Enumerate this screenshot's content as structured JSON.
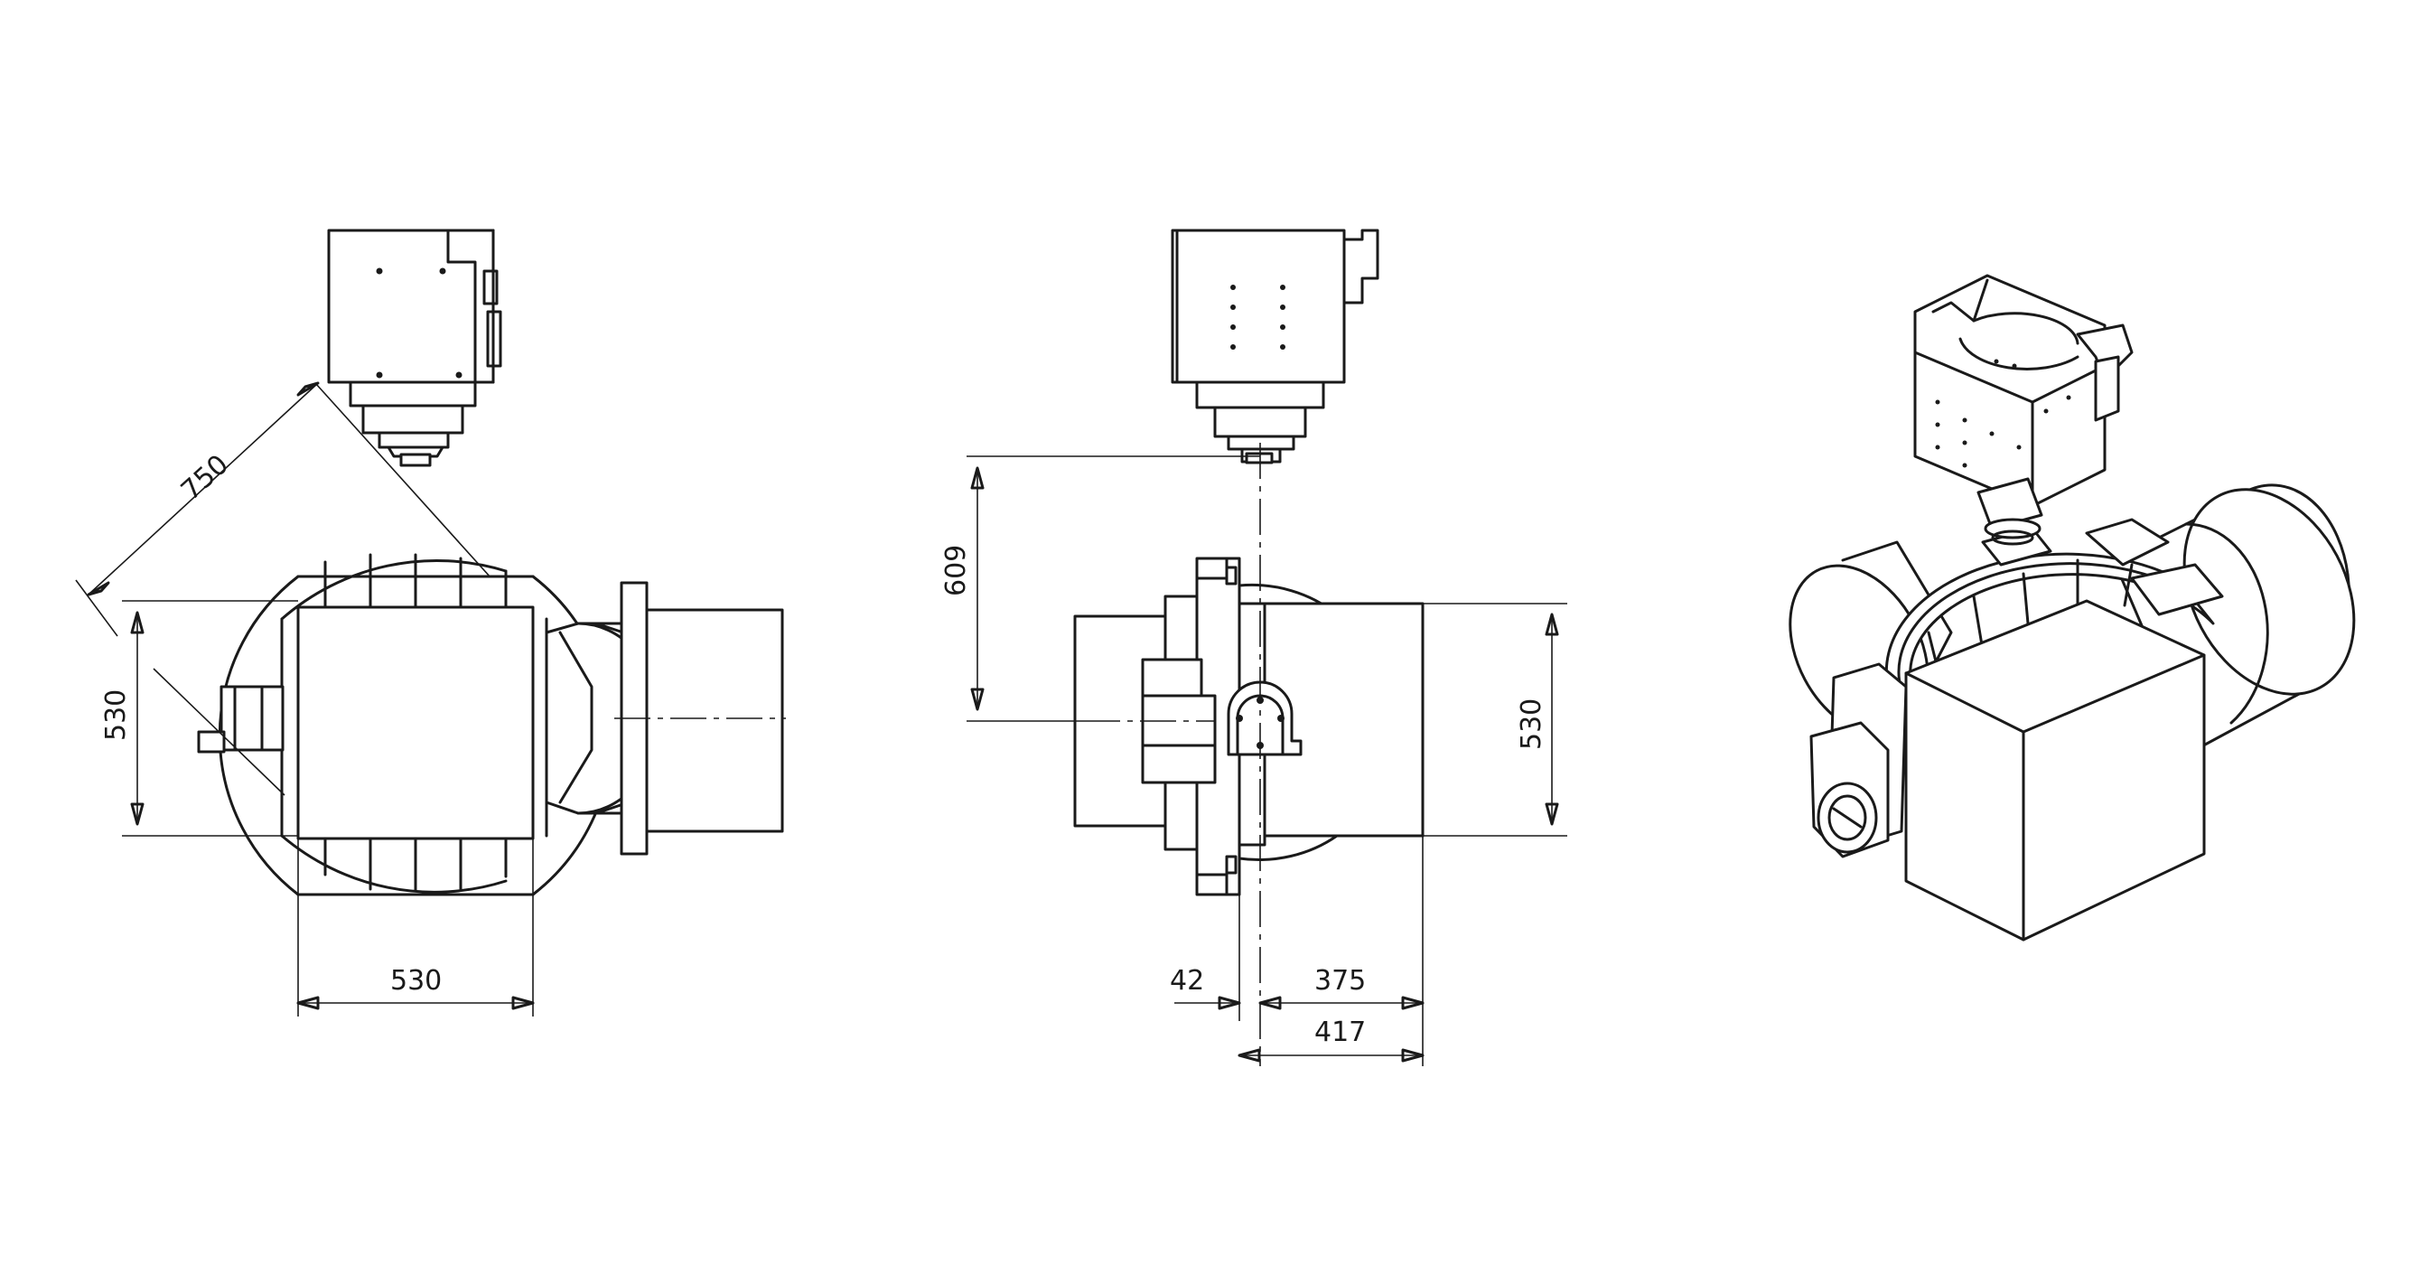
{
  "drawing": {
    "dimensions": {
      "diagonal": "750",
      "left_height": "530",
      "left_width": "530",
      "offset_height": "609",
      "right_height": "530",
      "small_offset": "42",
      "half_width": "375",
      "total_width": "417"
    },
    "colors": {
      "line": "#1a1a1a",
      "background": "#ffffff"
    }
  }
}
